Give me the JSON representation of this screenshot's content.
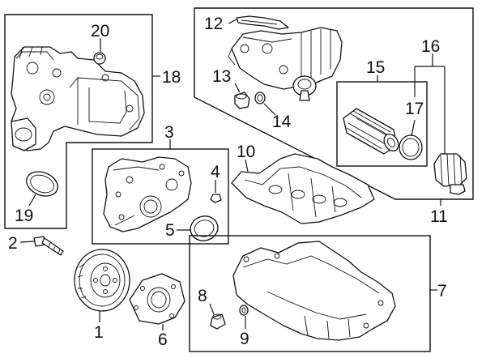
{
  "callouts": {
    "c1": "1",
    "c2": "2",
    "c3": "3",
    "c4": "4",
    "c5": "5",
    "c6": "6",
    "c7": "7",
    "c8": "8",
    "c9": "9",
    "c10": "10",
    "c11": "11",
    "c12": "12",
    "c13": "13",
    "c14": "14",
    "c15": "15",
    "c16": "16",
    "c17": "17",
    "c18": "18",
    "c19": "19",
    "c20": "20"
  },
  "colors": {
    "line": "#111111",
    "background": "#ffffff"
  }
}
